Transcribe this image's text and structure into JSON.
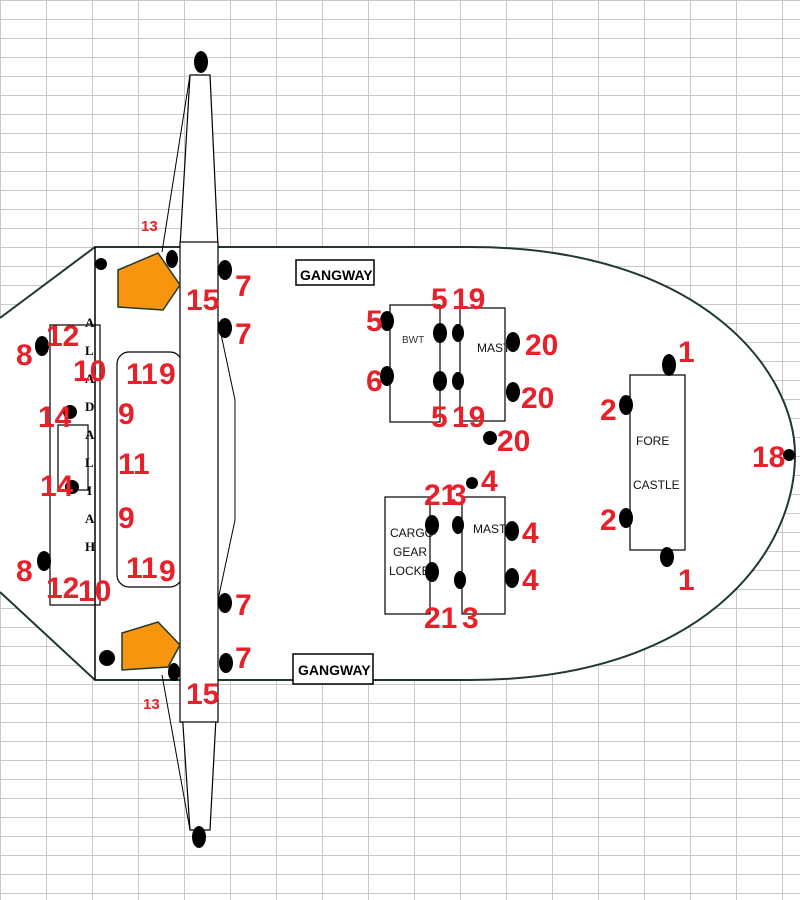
{
  "labels": {
    "gangway_top": "GANGWAY",
    "gangway_bottom": "GANGWAY",
    "bwt": "BWT",
    "mast_upper": "MAST",
    "mast_lower": "MAST",
    "forecastle_line1": "FORE",
    "forecastle_line2": "CASTLE",
    "cargo_line1": "CARGO",
    "cargo_line2": "GEAR",
    "cargo_line3": "LOCKER",
    "ship_name": [
      "A",
      "L",
      "A",
      "D",
      "A",
      "L",
      "I",
      "A",
      "H"
    ]
  },
  "mooring_numbers": {
    "n1_top": "1",
    "n1_bottom": "1",
    "n2_top": "2",
    "n2_bottom": "2",
    "n3_a": "3",
    "n3_b": "3",
    "n4_top": "4",
    "n4_mid": "4",
    "n4_low": "4",
    "n5_left": "5",
    "n5_top": "5",
    "n5_bottom": "5",
    "n6": "6",
    "n7_a": "7",
    "n7_b": "7",
    "n7_c": "7",
    "n7_d": "7",
    "n8_top": "8",
    "n8_bottom": "8",
    "n9_a": "9",
    "n9_b": "9",
    "n9_c": "9",
    "n9_d": "9",
    "n10_top": "10",
    "n10_bottom": "10",
    "n11_a": "11",
    "n11_b": "11",
    "n11_c": "11",
    "n12_top": "12",
    "n12_bottom": "12",
    "n13_top": "13",
    "n13_bottom": "13",
    "n14_top": "14",
    "n14_bottom": "14",
    "n15_top": "15",
    "n15_bottom": "15",
    "n18": "18",
    "n19_top": "19",
    "n19_bottom": "19",
    "n20_a": "20",
    "n20_b": "20",
    "n20_c": "20",
    "n21_top": "21",
    "n21_bottom": "21"
  }
}
